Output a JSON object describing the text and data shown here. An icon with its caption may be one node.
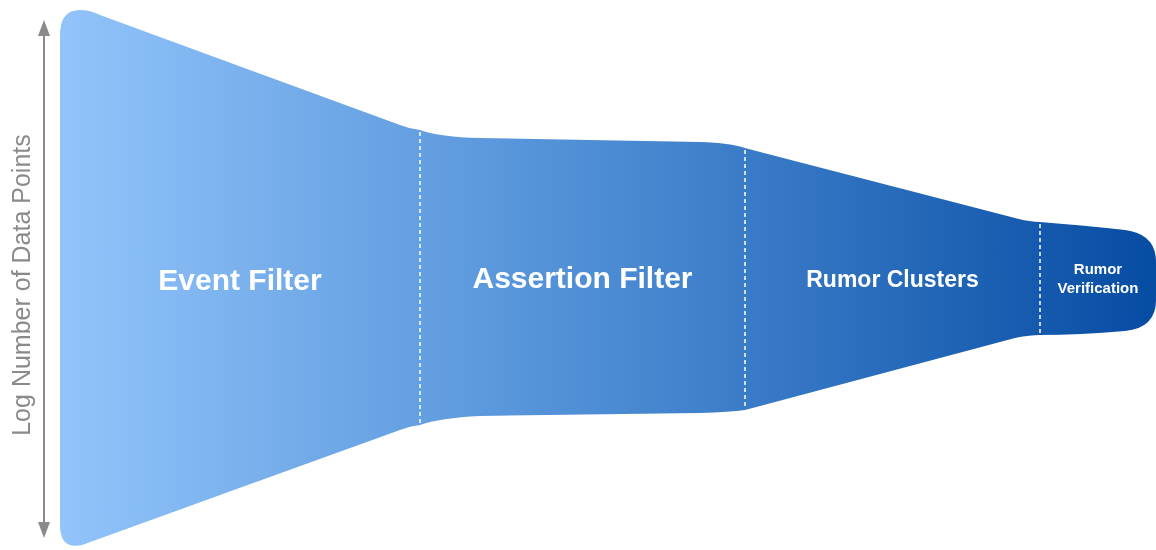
{
  "diagram": {
    "nodes": [
      {
        "text": [
          "Event Filter"
        ]
      },
      {
        "text": [
          "Assertion Filter"
        ]
      },
      {
        "text": [
          "Rumor Clusters"
        ]
      },
      {
        "text": [
          "Rumor Verification"
        ]
      }
    ],
    "labels": [
      "Log Number of Data Points"
    ]
  }
}
